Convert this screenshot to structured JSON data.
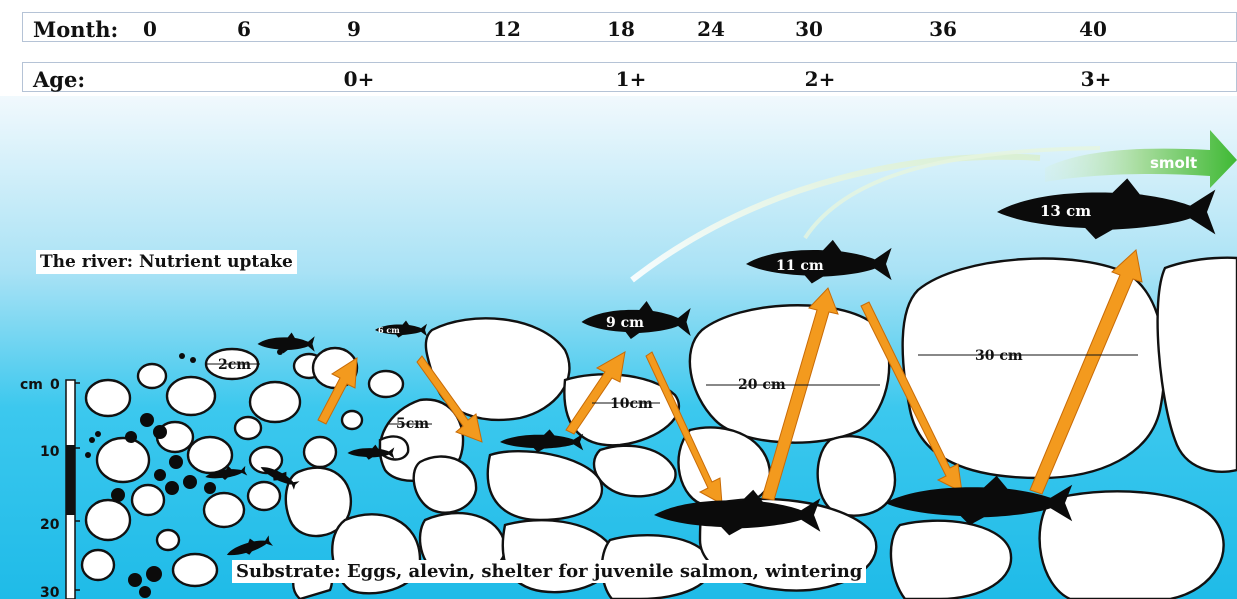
{
  "timeline": {
    "month_label": "Month:",
    "months": [
      "0",
      "6",
      "9",
      "12",
      "18",
      "24",
      "30",
      "36",
      "40"
    ],
    "age_label": "Age:",
    "ages": [
      "0+",
      "1+",
      "2+",
      "3+"
    ]
  },
  "labels": {
    "river": "The river: Nutrient uptake",
    "substrate": "Substrate: Eggs, alevin, shelter for juvenile salmon, wintering",
    "smolt": "smolt"
  },
  "fish_sizes": [
    "6 cm",
    "9 cm",
    "11 cm",
    "13 cm"
  ],
  "stone_sizes": [
    "2cm",
    "5cm",
    "10cm",
    "20 cm",
    "30 cm"
  ],
  "depth_scale": {
    "unit": "cm",
    "ticks": [
      "0",
      "10",
      "20",
      "30"
    ]
  },
  "colors": {
    "water_top": "#e8f6fc",
    "water_bottom": "#27c0ea",
    "arrow": "#f39a1e",
    "smolt_arrow": "#41b93a",
    "fish": "#0b0b0b",
    "stone": "#ffffff"
  }
}
